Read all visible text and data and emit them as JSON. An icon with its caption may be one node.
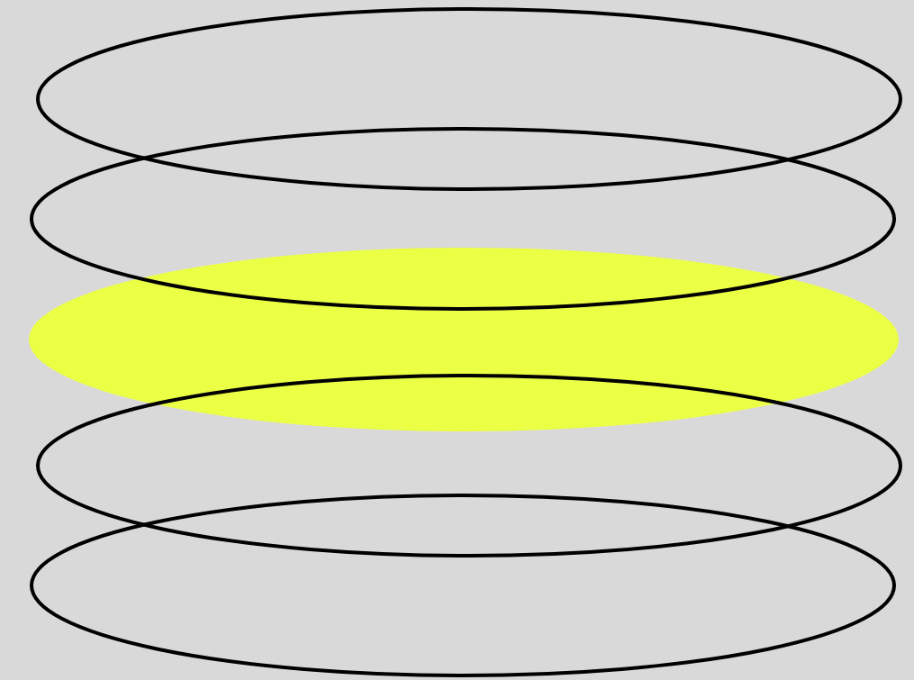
{
  "diagram": {
    "nodes": [
      {
        "text": [],
        "shape": "ellipse"
      },
      {
        "text": [],
        "shape": "ellipse"
      },
      {
        "text": [],
        "shape": "ellipse"
      },
      {
        "text": [],
        "shape": "ellipse"
      },
      {
        "text": [],
        "shape": "ellipse"
      }
    ]
  }
}
